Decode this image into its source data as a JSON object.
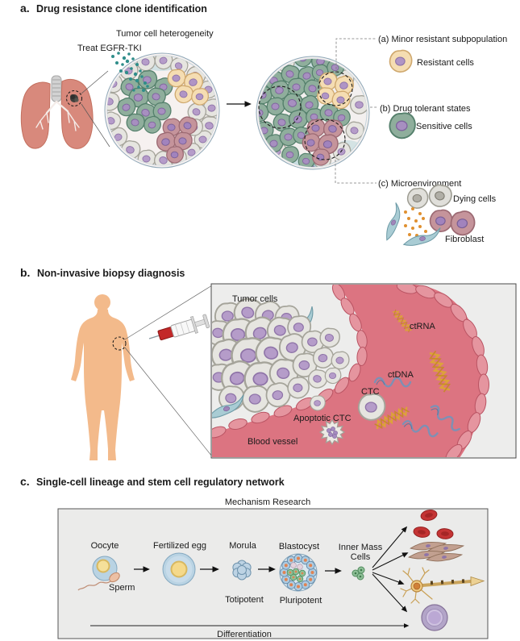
{
  "panel_a": {
    "letter": "a.",
    "title": "Drug resistance clone identification",
    "labels": {
      "heterogeneity": "Tumor cell heterogeneity",
      "treat": "Treat EGFR-TKI"
    },
    "legend": {
      "a": "(a) Minor resistant subpopulation",
      "resistant": "Resistant cells",
      "b": "(b) Drug tolerant states",
      "sensitive": "Sensitive cells",
      "c": "(c) Microenvironment",
      "dying": "Dying cells",
      "fibroblast": "Fibroblast"
    }
  },
  "panel_b": {
    "letter": "b.",
    "title": "Non-invasive biopsy diagnosis",
    "labels": {
      "tumor_cells": "Tumor cells",
      "ctrna": "ctRNA",
      "ctdna": "ctDNA",
      "ctc": "CTC",
      "apoptotic": "Apoptotic CTC",
      "vessel": "Blood vessel"
    }
  },
  "panel_c": {
    "letter": "c.",
    "title": "Single-cell lineage and stem cell regulatory network",
    "labels": {
      "mechanism": "Mechanism Research",
      "oocyte": "Oocyte",
      "sperm": "Sperm",
      "fertilized": "Fertilized egg",
      "morula": "Morula",
      "blastocyst": "Blastocyst",
      "inner1": "Inner Mass",
      "inner2": "Cells",
      "totipotent": "Totipotent",
      "pluripotent": "Pluripotent",
      "differentiation": "Differentiation"
    }
  },
  "colors": {
    "sensitive_cell_green": "#8fae9c",
    "resistant_cell_tan": "#f5ddb2",
    "tolerant_cell_mauve": "#c5949b",
    "generic_cell_gray": "#e6e5e0",
    "nucleus_purple": "#b59cc9",
    "drug_dots_teal": "#2f8d8a",
    "vessel_red": "#dc7481",
    "skin_tan": "#f3ba8b",
    "fibroblast_blue": "#a9ccd4",
    "rbc_red": "#c43434",
    "stem_cell_blue": "#b9d3e3",
    "yolk_yellow": "#f5d98a",
    "neuron_tan": "#f0cc82",
    "differentiated_purple": "#b3a5c8",
    "rna_gold": "#dda23a",
    "dna_slate": "#7e90b4"
  }
}
